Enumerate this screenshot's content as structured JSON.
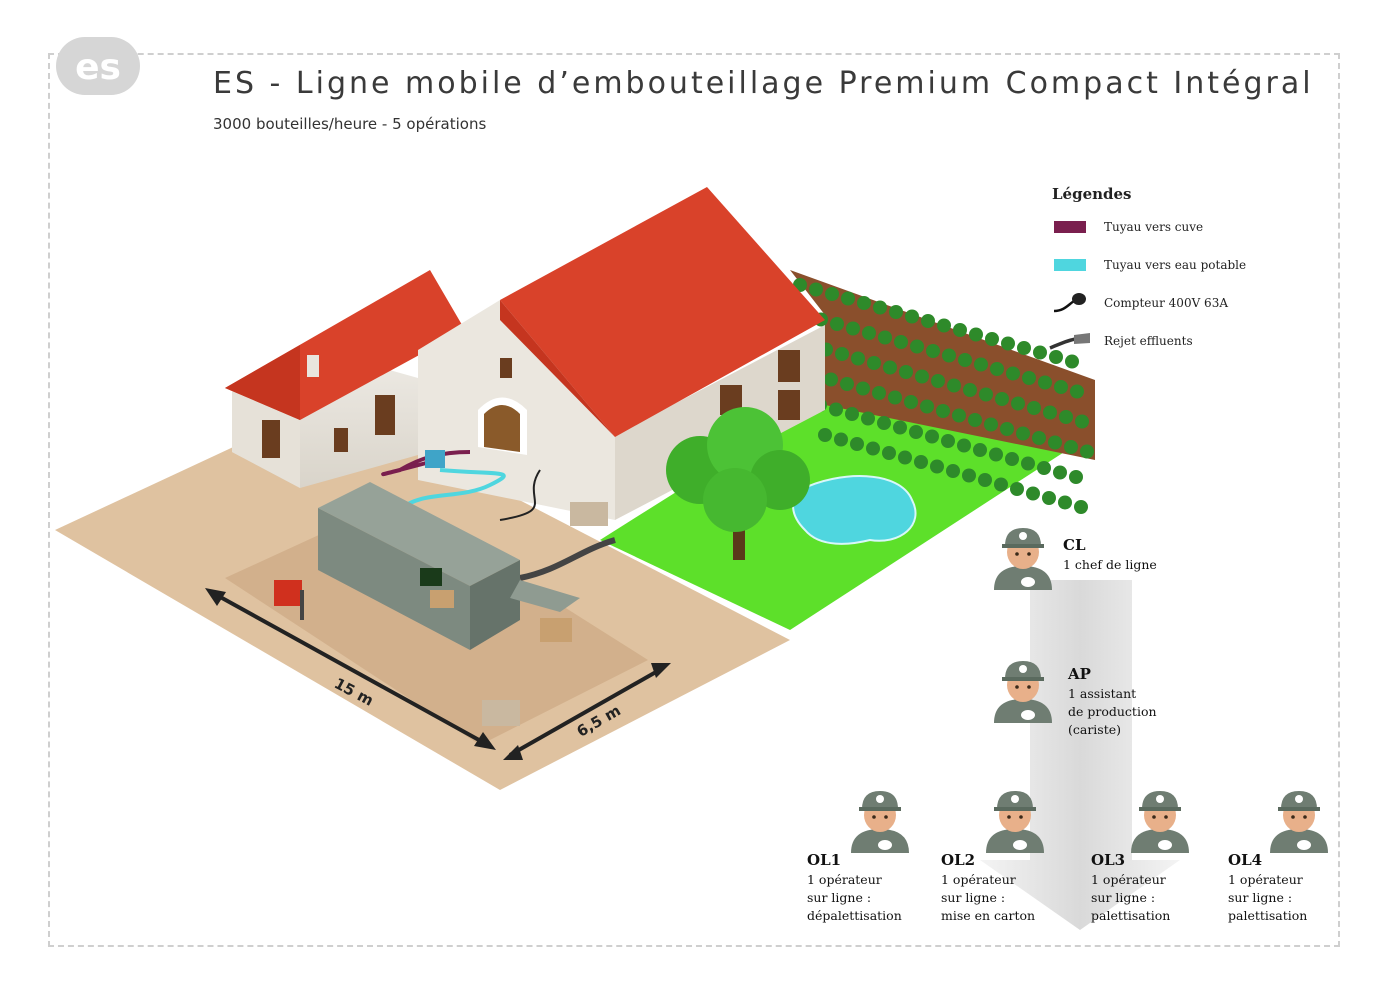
{
  "header": {
    "logo_text": "es",
    "title": "ES - Ligne mobile d’embouteillage Premium Compact Intégral",
    "subtitle": "3000 bouteilles/heure - 5 opérations"
  },
  "legend": {
    "title": "Légendes",
    "items": [
      {
        "label": "Tuyau vers cuve",
        "color": "#7a1f4e"
      },
      {
        "label": "Tuyau vers eau potable",
        "color": "#4fd6df"
      },
      {
        "label": "Compteur 400V 63A",
        "icon": "power-plug-icon"
      },
      {
        "label": "Rejet effluents",
        "icon": "drain-hose-icon"
      }
    ]
  },
  "dimensions": {
    "length": "15 m",
    "width": "6,5 m"
  },
  "staff": {
    "cl": {
      "code": "CL",
      "lines": [
        "1 chef de ligne"
      ]
    },
    "ap": {
      "code": "AP",
      "lines": [
        "1 assistant",
        "de production",
        "(cariste)"
      ]
    },
    "ol1": {
      "code": "OL1",
      "lines": [
        "1 opérateur",
        "sur ligne :",
        "dépalettisation"
      ]
    },
    "ol2": {
      "code": "OL2",
      "lines": [
        "1 opérateur",
        "sur ligne :",
        "mise en carton"
      ]
    },
    "ol3": {
      "code": "OL3",
      "lines": [
        "1 opérateur",
        "sur ligne :",
        "palettisation"
      ]
    },
    "ol4": {
      "code": "OL4",
      "lines": [
        "1 opérateur",
        "sur ligne :",
        "palettisation"
      ]
    }
  },
  "colors": {
    "roof": "#d9422a",
    "ground": "#dfc2a0",
    "grass": "#5de02a",
    "pond": "#4fd6df",
    "trailer": "#7d8a80",
    "uniform": "#6f7d72",
    "vine_soil": "#8a4f2c",
    "vine_leaf": "#2e8a2a"
  }
}
